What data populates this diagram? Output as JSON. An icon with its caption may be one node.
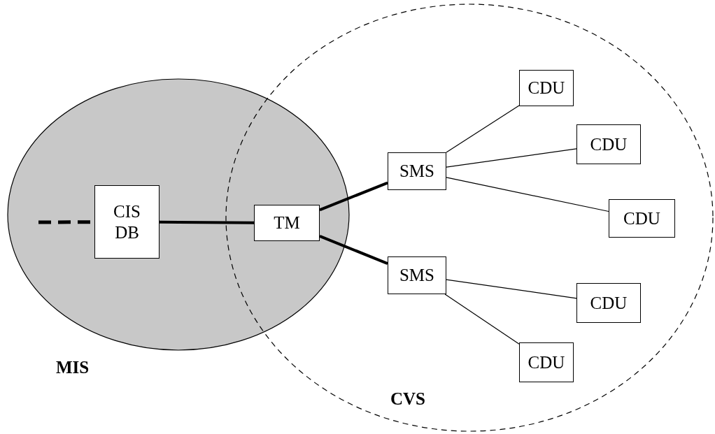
{
  "diagram": {
    "nodes": [
      {
        "text": [
          "MIS"
        ]
      },
      {
        "text": [
          "CVS"
        ]
      },
      {
        "text": [
          "CIS DB"
        ],
        "in": 0
      },
      {
        "text": [
          "TM"
        ]
      },
      {
        "text": [
          "SMS"
        ],
        "in": 1
      },
      {
        "text": [
          "SMS"
        ],
        "in": 1
      },
      {
        "text": [
          "CDU"
        ],
        "in": 1
      },
      {
        "text": [
          "CDU"
        ],
        "in": 1
      },
      {
        "text": [
          "CDU"
        ],
        "in": 1
      },
      {
        "text": [
          "CDU"
        ],
        "in": 1
      },
      {
        "text": [
          "CDU"
        ],
        "in": 1
      }
    ],
    "edges": [
      {
        "from": null,
        "to": 2,
        "arrow": "none",
        "style": "dashed"
      },
      {
        "from": 2,
        "to": 3,
        "arrow": "none",
        "style": "thick"
      },
      {
        "from": 3,
        "to": 4,
        "arrow": "none",
        "style": "thick"
      },
      {
        "from": 3,
        "to": 5,
        "arrow": "none",
        "style": "thick"
      },
      {
        "from": 4,
        "to": 6,
        "arrow": "none"
      },
      {
        "from": 4,
        "to": 7,
        "arrow": "none"
      },
      {
        "from": 4,
        "to": 8,
        "arrow": "none"
      },
      {
        "from": 5,
        "to": 9,
        "arrow": "none"
      },
      {
        "from": 5,
        "to": 10,
        "arrow": "none"
      }
    ]
  }
}
